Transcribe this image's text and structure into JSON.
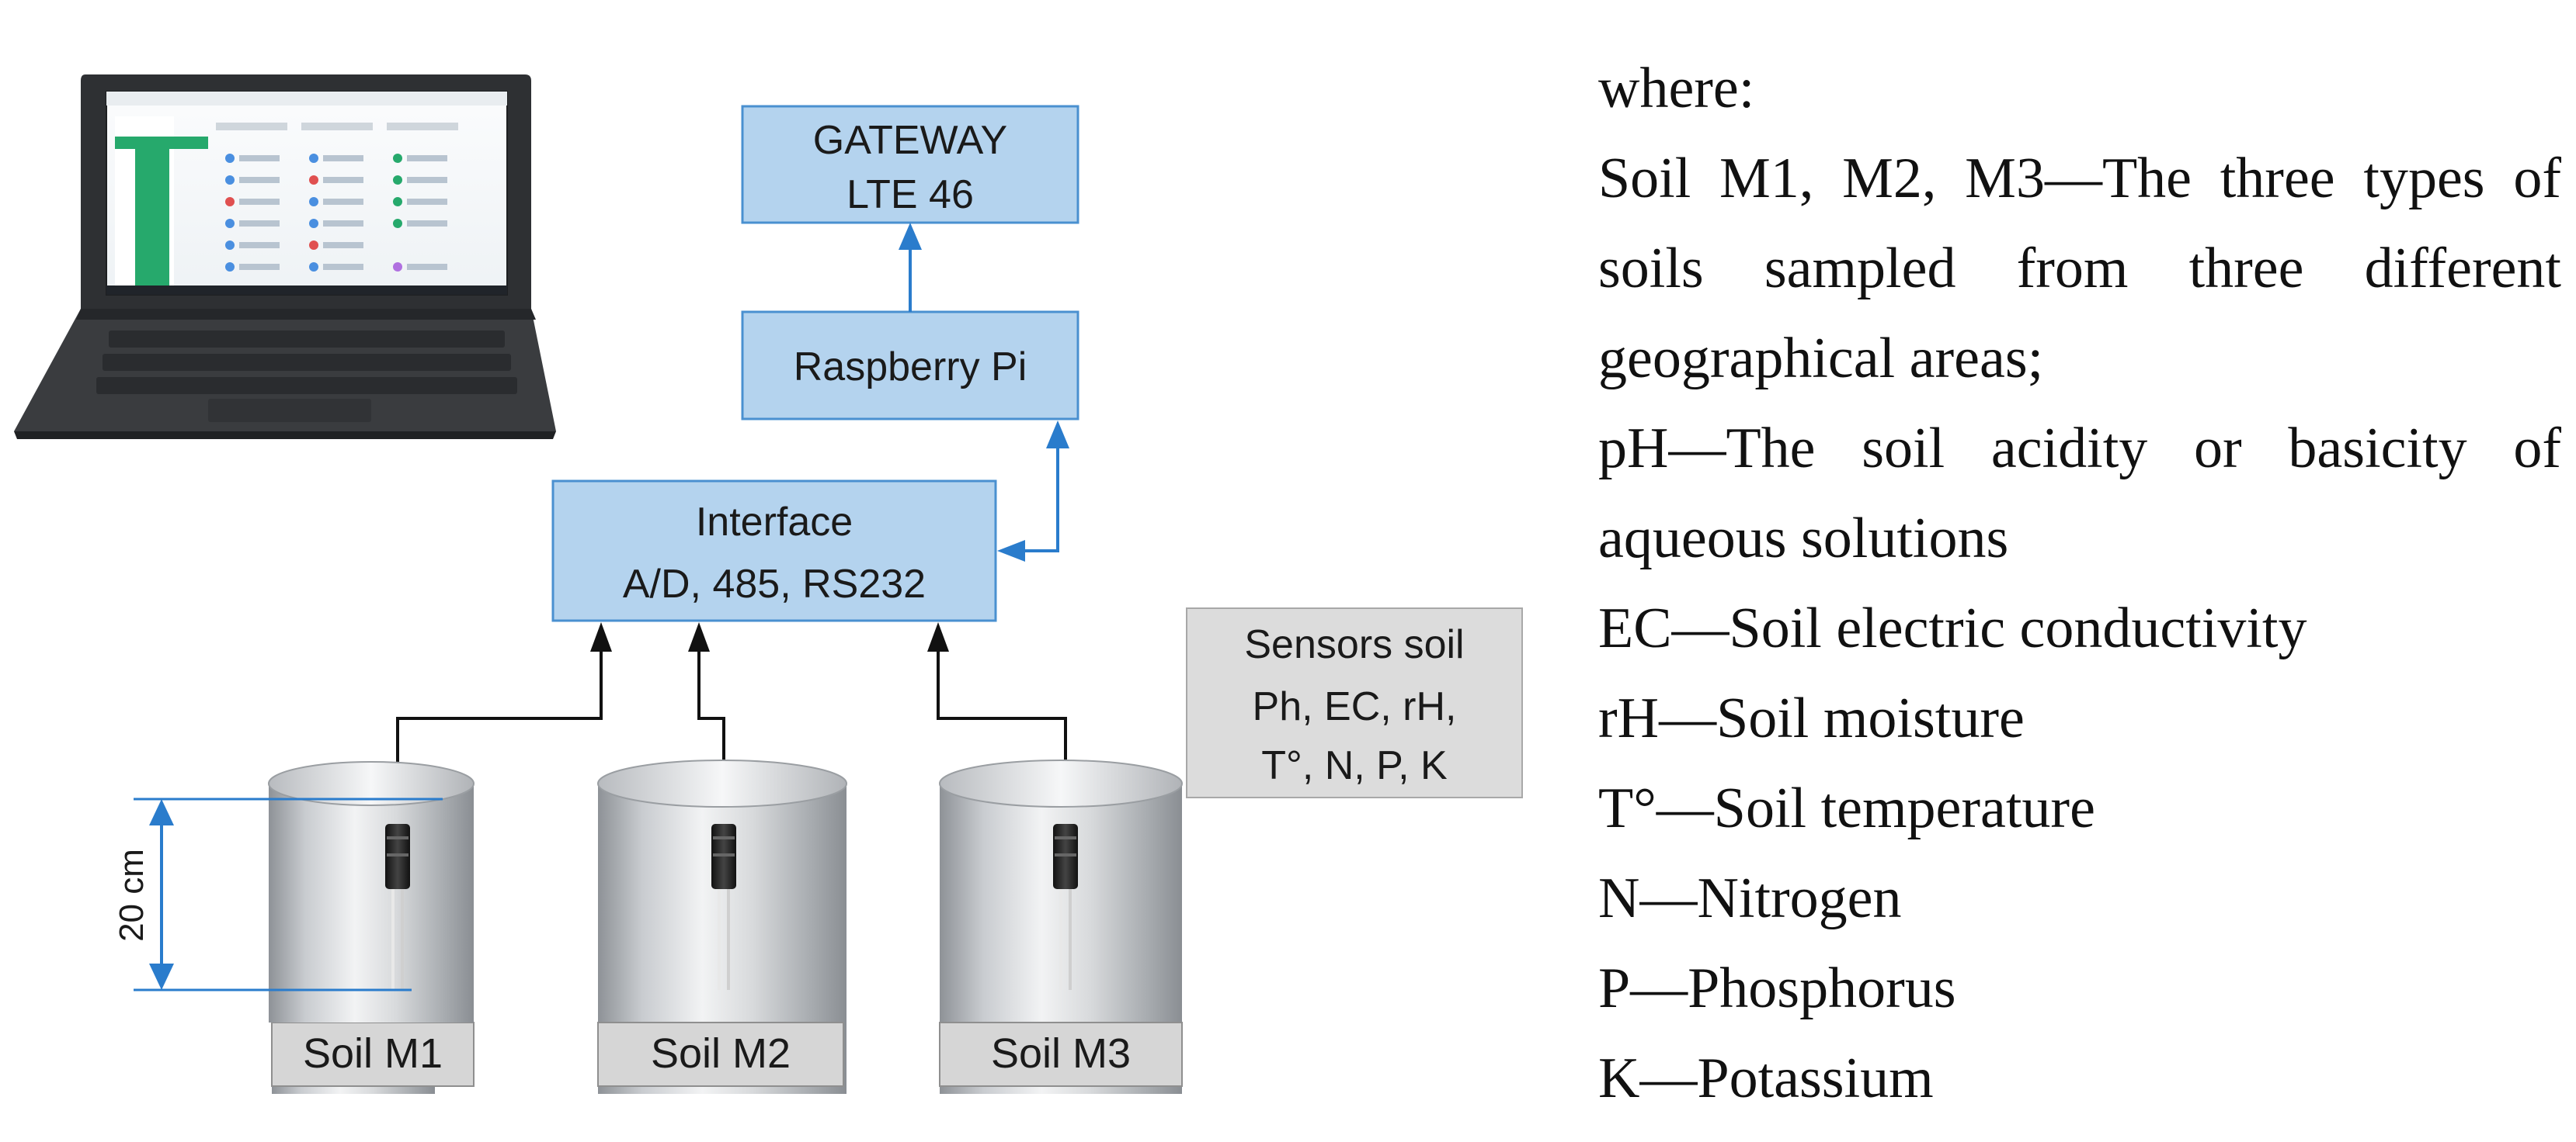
{
  "boxes": {
    "gateway": [
      "GATEWAY",
      "LTE 46"
    ],
    "raspberry": [
      "Raspberry Pi"
    ],
    "interface": [
      "Interface",
      "A/D, 485, RS232"
    ],
    "sensors": [
      "Sensors soil",
      "Ph, EC, rH,",
      "T°, N, P, K"
    ]
  },
  "depth_label": "20 cm",
  "soils": [
    "Soil  M1",
    "Soil  M2",
    "Soil  M3"
  ],
  "legend": {
    "intro": "where:",
    "lines": [
      "Soil M1, M2, M3—The three types of soils sampled from three different geographical areas;",
      "pH—The soil acidity or basicity of aqueous solutions",
      "EC—Soil electric conductivity",
      "rH—Soil moisture",
      "T°—Soil temperature",
      "N—Nitrogen",
      "P—Phosphorus",
      "K—Potassium"
    ]
  },
  "colors": {
    "box_fill": "#b4d3ee",
    "box_stroke": "#4a90d0",
    "arrow_blue": "#2a7ccc",
    "sensor_fill": "#dcdcdc"
  }
}
